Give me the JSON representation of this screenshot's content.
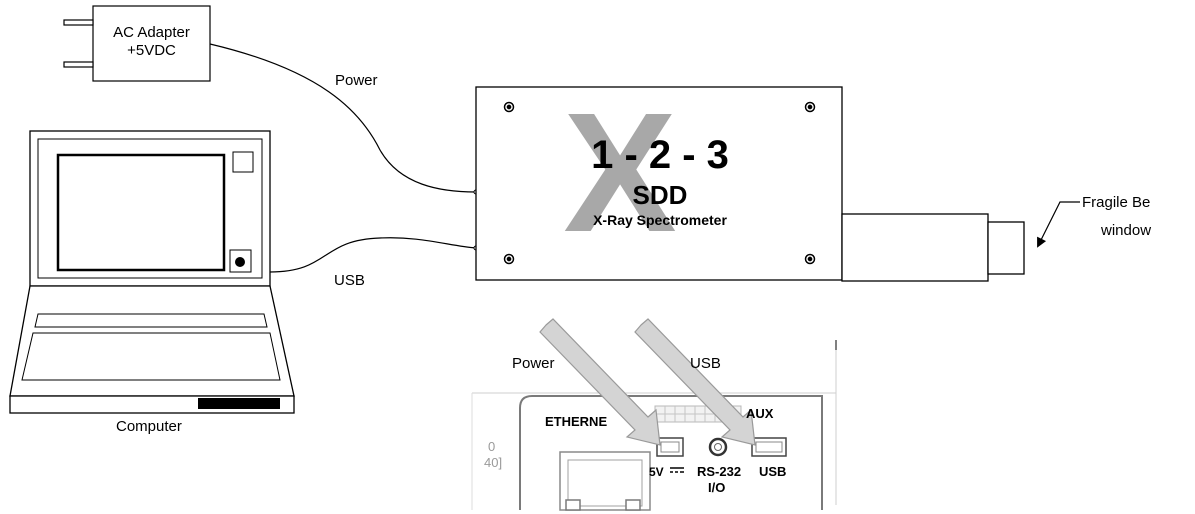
{
  "adapter": {
    "line1": "AC Adapter",
    "line2": "+5VDC"
  },
  "cables": {
    "power": "Power",
    "usb": "USB"
  },
  "computer": {
    "label": "Computer"
  },
  "spectrometer": {
    "model": "1 - 2 - 3",
    "watermark": "X",
    "type": "SDD",
    "subtitle": "X-Ray Spectrometer"
  },
  "window_callout": {
    "line1": "Fragile Be",
    "line2": "window"
  },
  "panel": {
    "arrow_power": "Power",
    "arrow_usb": "USB",
    "ethernet": "ETHERNE",
    "aux": "AUX",
    "port_5v": "5V",
    "port_rs232": "RS-232",
    "port_io": "I/O",
    "port_usb": "USB",
    "edge_text_1": "0",
    "edge_text_2": "40]"
  },
  "colors": {
    "line": "#000000",
    "watermark": "#a8a8a8",
    "arrow_fill": "#d4d4d4",
    "arrow_stroke": "#9a9a9a",
    "panel_gray": "#8a8a8a"
  }
}
